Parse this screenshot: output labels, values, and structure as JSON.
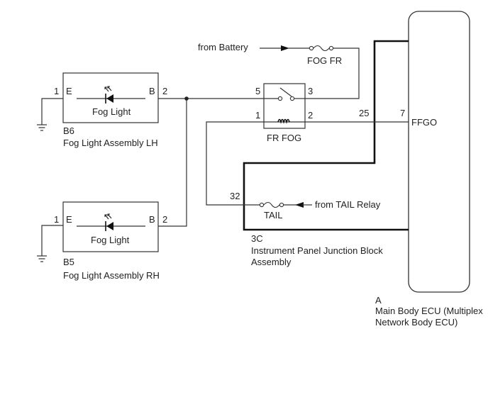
{
  "fog_lh": {
    "pin_e_num": "1",
    "pin_e": "E",
    "pin_b": "B",
    "pin_b_num": "2",
    "label": "Fog Light",
    "code": "B6",
    "name": "Fog Light Assembly LH"
  },
  "fog_rh": {
    "pin_e_num": "1",
    "pin_e": "E",
    "pin_b": "B",
    "pin_b_num": "2",
    "label": "Fog Light",
    "code": "B5",
    "name": "Fog Light Assembly RH"
  },
  "battery": {
    "label": "from Battery"
  },
  "fuse_fog_fr": {
    "label": "FOG FR"
  },
  "relay": {
    "label": "FR FOG",
    "pin5": "5",
    "pin3": "3",
    "pin1": "1",
    "pin2": "2"
  },
  "ecu": {
    "pin25": "25",
    "pin7": "7",
    "signal": "FFGO",
    "code": "A",
    "name_line1": "Main Body ECU (Multiplex",
    "name_line2": "Network Body ECU)"
  },
  "tail": {
    "pin32": "32",
    "fuse": "TAIL",
    "source": "from TAIL Relay"
  },
  "junction_block": {
    "code": "3C",
    "name_line1": "Instrument Panel Junction Block",
    "name_line2": "Assembly"
  }
}
